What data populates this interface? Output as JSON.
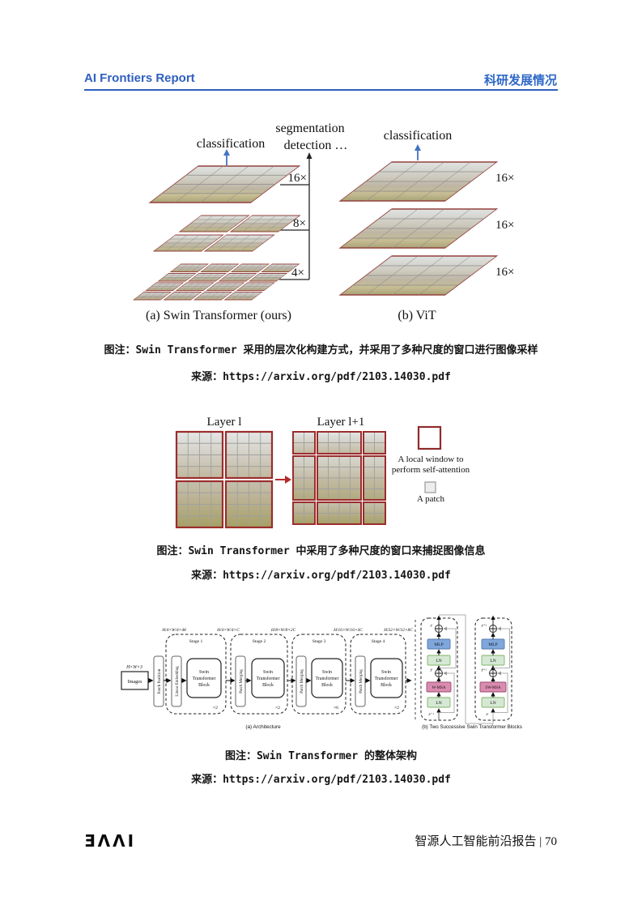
{
  "header": {
    "left_title": "AI Frontiers Report",
    "right_title": "科研发展情况",
    "accent_color": "#2F5FBF"
  },
  "colors": {
    "figure_border_red": "#9B2D2D",
    "mlp_blue": "#7FA7DC",
    "ln_green": "#D5E8D4",
    "msa_pink": "#DA8BB0",
    "arrow_blue": "#4472C4"
  },
  "fig1": {
    "classification_left": "classification",
    "seg_line1": "segmentation",
    "seg_line2": "detection …",
    "classification_right": "classification",
    "scales_left": [
      "16×",
      "8×",
      "4×"
    ],
    "scales_right": [
      "16×",
      "16×",
      "16×"
    ],
    "label_a": "(a) Swin Transformer (ours)",
    "label_b": "(b) ViT",
    "caption": "图注：Swin Transformer 采用的层次化构建方式，并采用了多种尺度的窗口进行图像采样",
    "source": "来源：https://arxiv.org/pdf/2103.14030.pdf"
  },
  "fig2": {
    "layer_l": "Layer l",
    "layer_l1": "Layer l+1",
    "legend_window_1": "A local window to",
    "legend_window_2": "perform self-attention",
    "legend_patch": "A patch",
    "caption": "图注：Swin Transformer 中采用了多种尺度的窗口来捕捉图像信息",
    "source": "来源：https://arxiv.org/pdf/2103.14030.pdf"
  },
  "fig3": {
    "input_dim": "H×W×3",
    "images_label": "Images",
    "patch_partition": "Patch Partition",
    "linear_embedding": "Linear Embedding",
    "patch_merging": "Patch Merging",
    "swin_block": {
      "l1": "Swin",
      "l2": "Transformer",
      "l3": "Block"
    },
    "stages": [
      {
        "name": "Stage 1",
        "mult": "×2"
      },
      {
        "name": "Stage 2",
        "mult": "×2"
      },
      {
        "name": "Stage 3",
        "mult": "×6"
      },
      {
        "name": "Stage 4",
        "mult": "×2"
      }
    ],
    "dims": [
      "H/4×W/4×48",
      "H/4×W/4×C",
      "H/8×W/8×2C",
      "H/16×W/16×4C",
      "H/32×W/32×8C"
    ],
    "blocks": {
      "mlp": "MLP",
      "ln": "LN",
      "wmsa": "W-MSA",
      "swmsa": "SW-MSA"
    },
    "tensors": {
      "z_lm1": "zˡ⁻¹",
      "zhat_l": "ẑˡ",
      "z_l": "zˡ",
      "zhat_lp1": "ẑˡ⁺¹",
      "z_lp1": "zˡ⁺¹"
    },
    "label_a": "(a) Architecture",
    "label_b": "(b) Two Successive Swin Transformer Blocks",
    "caption": "图注：Swin Transformer 的整体架构",
    "source": "来源：https://arxiv.org/pdf/2103.14030.pdf"
  },
  "footer": {
    "logo": "ƎΛΛI",
    "right_text": "智源人工智能前沿报告 | 70"
  }
}
